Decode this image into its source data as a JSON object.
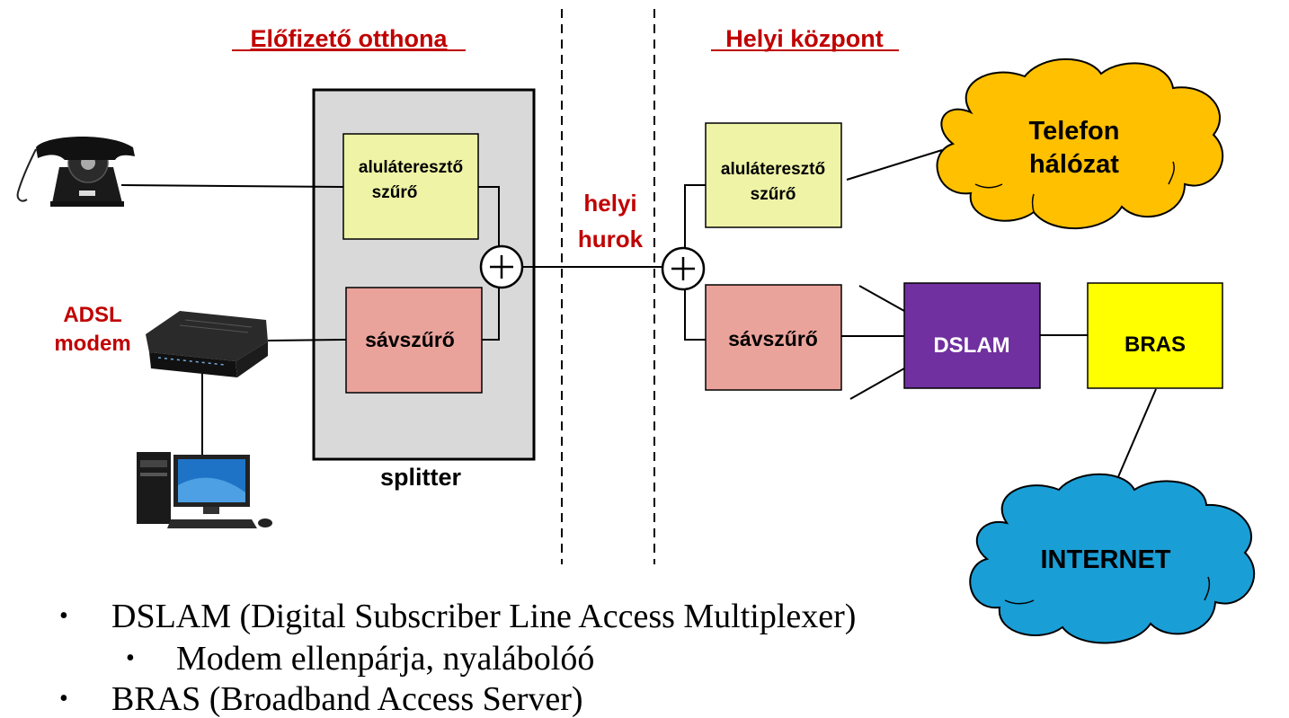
{
  "headers": {
    "subscriber_home": "Előfizető otthona",
    "local_exchange": "Helyi központ"
  },
  "colors": {
    "header_red": "#c00000",
    "lowpass_fill": "#eef3a6",
    "bandpass_fill": "#eaa39b",
    "splitter_fill": "#d9d9d9",
    "dslam_fill": "#7030a0",
    "bras_fill": "#ffff00",
    "phone_cloud": "#ffc000",
    "internet_cloud": "#1a9ed6"
  },
  "home": {
    "lowpass_line1": "aluláteresztő",
    "lowpass_line2": "szűrő",
    "bandpass": "sávszűrő",
    "splitter_label": "splitter",
    "modem_line1": "ADSL",
    "modem_line2": "modem"
  },
  "loop": {
    "line1": "helyi",
    "line2": "hurok"
  },
  "exchange": {
    "lowpass_line1": "aluláteresztő",
    "lowpass_line2": "szűrő",
    "bandpass": "sávszűrő",
    "dslam": "DSLAM",
    "bras": "BRAS",
    "phone_net_line1": "Telefon",
    "phone_net_line2": "hálózat",
    "internet": "INTERNET"
  },
  "bullets": [
    "DSLAM (Digital Subscriber Line Access Multiplexer)",
    "Modem ellenpárja, nyalábolóó",
    "BRAS (Broadband Access Server)"
  ],
  "icons": [
    "telephone-icon",
    "adsl-modem-icon",
    "desktop-computer-icon",
    "sum-junction-icon"
  ]
}
